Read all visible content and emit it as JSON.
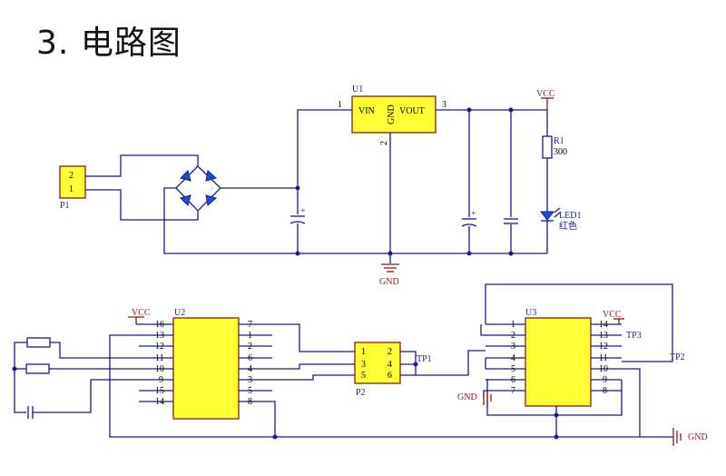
{
  "heading": {
    "number": "3",
    "dot": ".",
    "title": "电路图"
  },
  "colors": {
    "wire": "#1a1a8c",
    "part_outline": "#8b1a1a",
    "chip_fill": "#ffff33",
    "diode_fill": "#1a4fd8"
  },
  "top": {
    "p1": {
      "ref": "P1",
      "pins": [
        "2",
        "1"
      ]
    },
    "u1": {
      "ref": "U1",
      "vin": "VIN",
      "gnd": "GND",
      "vout": "VOUT",
      "pin_in": "1",
      "pin_gnd": "2",
      "pin_out": "3"
    },
    "cap_plus": "+",
    "r1": {
      "ref": "R1",
      "value": "300"
    },
    "led": {
      "ref": "LED1",
      "color": "红色"
    },
    "vcc": "VCC",
    "gnd": "GND"
  },
  "bottom": {
    "vcc_left": "VCC",
    "u2": {
      "ref": "U2",
      "left_pins": [
        "16",
        "13",
        "12",
        "11",
        "10",
        "9",
        "15",
        "14"
      ],
      "right_pins": [
        "7",
        "1",
        "2",
        "6",
        "4",
        "3",
        "5",
        "8"
      ]
    },
    "p2": {
      "ref": "P2",
      "pins": [
        "1",
        "2",
        "3",
        "4",
        "5",
        "6"
      ]
    },
    "tp1": "TP1",
    "u3": {
      "ref": "U3",
      "left_pins": [
        "1",
        "2",
        "3",
        "4",
        "5",
        "6",
        "7"
      ],
      "right_pins": [
        "14",
        "13",
        "12",
        "11",
        "10",
        "9",
        "8"
      ]
    },
    "vcc_right": "VCC",
    "tp3": "TP3",
    "tp2": "TP2",
    "gnd_left": "GND",
    "gnd_right": "GND"
  }
}
